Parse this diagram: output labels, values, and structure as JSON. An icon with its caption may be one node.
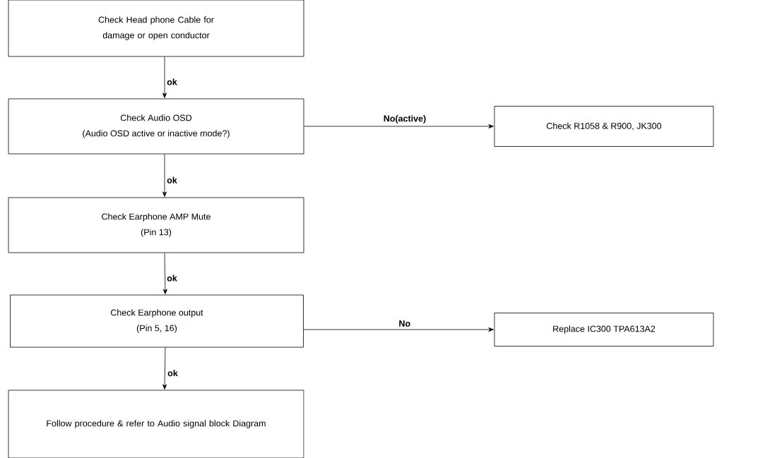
{
  "diagram": {
    "nodes": [
      {
        "text": [
          "Check Head phone Cable for damage or open conductor"
        ]
      },
      {
        "text": [
          "Check Audio OSD",
          "(Audio OSD active or inactive mode?)"
        ]
      },
      {
        "text": [
          "Check R1058 & R900, JK300"
        ]
      },
      {
        "text": [
          "Check Earphone AMP Mute",
          "(Pin 13)"
        ]
      },
      {
        "text": [
          "Check Earphone output",
          "(Pin 5, 16)"
        ]
      },
      {
        "text": [
          "Replace IC300 TPA613A2"
        ]
      },
      {
        "text": [
          "Follow procedure & refer to Audio signal block Diagram"
        ]
      }
    ],
    "edges": [
      {
        "from": 0,
        "to": 1,
        "arrow": "to",
        "label": "ok"
      },
      {
        "from": 1,
        "to": 2,
        "arrow": "to",
        "label": "No(active)"
      },
      {
        "from": 1,
        "to": 3,
        "arrow": "to",
        "label": "ok"
      },
      {
        "from": 3,
        "to": 4,
        "arrow": "to",
        "label": "ok"
      },
      {
        "from": 4,
        "to": 5,
        "arrow": "to",
        "label": "No"
      },
      {
        "from": 4,
        "to": 6,
        "arrow": "to",
        "label": "ok"
      }
    ]
  }
}
